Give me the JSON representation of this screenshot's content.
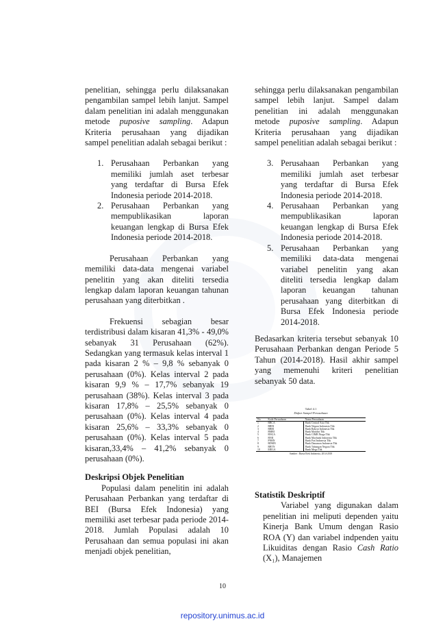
{
  "left_column": {
    "intro": "penelitian, sehingga perlu dilaksanakan pengambilan sampel lebih lanjut. Sampel dalam penelitian ini adalah menggunakan metode ",
    "intro_em": "puposive sampling",
    "intro_tail": ". Adapun Kriteria perusahaan yang dijadikan sampel penelitian adalah sebagai berikut :",
    "criteria": [
      {
        "num": "1.",
        "text": "Perusahaan Perbankan yang memiliki jumlah aset terbesar yang terdaftar di Bursa Efek Indonesia periode 2014-2018."
      },
      {
        "num": "2.",
        "text": "Perusahaan Perbankan yang mempublikasikan laporan keuangan lengkap di Bursa Efek Indonesia periode 2014-2018."
      }
    ],
    "para_data": "Perusahaan Perbankan yang memiliki data-data mengenai variabel penelitin yang akan diteliti tersedia lengkap dalam laporan keuangan tahunan perusahaan yang diterbitkan .",
    "para_freq": "Frekuensi sebagian besar terdistribusi dalam kisaran 41,3% - 49,0% sebanyak 31 Perusahaan (62%). Sedangkan yang termasuk kelas interval 1 pada kisaran 2 % – 9,8 % sebanyak 0 perusahaan (0%). Kelas interval 2 pada kisaran 9,9 % – 17,7% sebanyak 19 perusahaan (38%). Kelas interval 3 pada kisaran 17,8% – 25,5% sebanyak 0 perusahaan (0%). Kelas interval 4 pada kisaran 25,6% – 33,3% sebanyak 0 perusahaan (0%). Kelas interval 5 pada kisaran,33,4% – 41,2% sebanyak 0 perusahaan (0%).",
    "heading_objek": "Deskripsi Objek Penelitian",
    "para_populasi": "Populasi dalam penelitin ini adalah Perusahaan Perbankan yang terdaftar di BEI (Bursa Efek Indonesia) yang memiliki aset terbesar pada periode 2014-2018. Jumlah Populasi adalah 10 Perusahaan dan semua populasi ini akan menjadi objek penelitian,"
  },
  "right_column": {
    "intro": "sehingga perlu dilaksanakan pengambilan sampel lebih lanjut. Sampel dalam penelitian ini adalah menggunakan metode ",
    "intro_em": "puposive sampling",
    "intro_tail": ". Adapun Kriteria perusahaan yang dijadikan sampel penelitian adalah sebagai berikut :",
    "criteria": [
      {
        "num": "3.",
        "text": "Perusahaan Perbankan yang memiliki jumlah aset terbesar yang terdaftar di Bursa Efek Indonesia periode 2014-2018."
      },
      {
        "num": "4.",
        "text": "Perusahaan Perbankan yang mempublikasikan laporan keuangan lengkap di Bursa Efek Indonesia periode 2014-2018."
      },
      {
        "num": "5.",
        "text": "Perusahaan Perbankan yang memiliki data-data mengenai variabel penelitin yang akan diteliti tersedia lengkap dalam laporan keuangan tahunan perusahaan yang diterbitkan di Bursa Efek Indonesia periode 2014-2018."
      }
    ],
    "para_sampel": "Bedasarkan kriteria tersebut sebanyak 10 Perusahaan Perbankan dengan Periode 5 Tahun (2014-2018). Hasil akhir sampel yang memenuhi kriteri penelitian sebanyak 50 data.",
    "heading_statistik": "Statistik Deskriptif",
    "para_statistik": "Variabel yang digunakan dalam penelitian ini meliputi dependen yaitu Kinerja Bank Umum dengan Rasio ROA (Y) dan variabel indpenden yaitu Likuiditas dengan Rasio ",
    "para_statistik_em": "Cash Ratio",
    "para_statistik_tail": " (X₁), Manajemen"
  },
  "sample_table": {
    "caption_1": "Tabel 4.1",
    "caption_2": "Daftar Sampel Perusahaan",
    "headers": [
      "No",
      "Kode Perusahaan",
      "Nama Perusahaan"
    ],
    "rows": [
      [
        "1",
        "BBCA",
        "Bank Central Asia Tbk"
      ],
      [
        "2",
        "BBNI",
        "Bank Negara Indonesia Tbk"
      ],
      [
        "3",
        "BBRI",
        "Bank Rakyat Indonesia Tbk"
      ],
      [
        "4",
        "BMRI",
        "Bank Mandiri Tbk"
      ],
      [
        "5",
        "BNGA",
        "Bank CIMB Niaga Tbk"
      ],
      [
        "6",
        "BNII",
        "Bank Maybank Indonesia Tbk"
      ],
      [
        "7",
        "PNBN",
        "Bank Pan Indonesia Tbk"
      ],
      [
        "8",
        "BDMN",
        "Bank Danamon Indonesia Tbk"
      ],
      [
        "9",
        "BBTN",
        "Bank Tabungan Negara Tbk"
      ],
      [
        "10",
        "MEGA",
        "Bank Mega Tbk"
      ]
    ],
    "source": "Sumber : Bursa Efek Indonesia, 2014-2018"
  },
  "footer": {
    "page_number": "10",
    "repository": "repository.unimus.ac.id"
  }
}
